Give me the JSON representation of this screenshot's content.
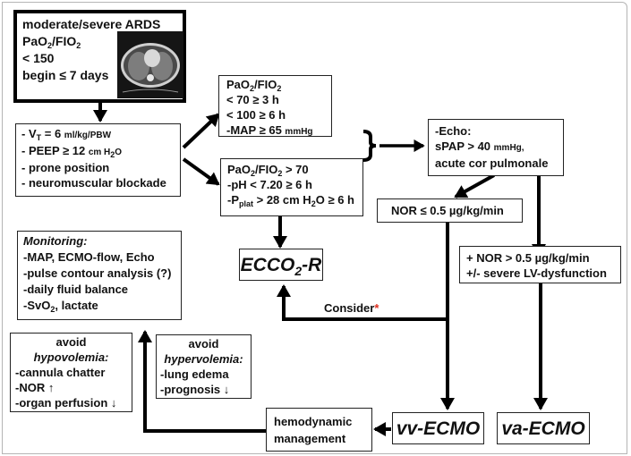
{
  "diagram": {
    "title": "ECMO decision flow in moderate/severe ARDS",
    "start_box": {
      "lines": [
        "moderate/severe ARDS",
        "PaO2/FIO2",
        "< 150",
        "begin ≤ 7 days"
      ],
      "image": "chest-ct-scan"
    },
    "lung_protective_box": {
      "vt_prefix": "- V",
      "vt_sub": "T",
      "vt_value": " = 6 ",
      "vt_unit": "ml/kg/PBW",
      "peep_prefix": "- PEEP ≥ 12 ",
      "peep_unit": "cm H",
      "peep_sub": "2",
      "peep_suffix": "O",
      "prone": "- prone position",
      "nmb": "- neuromuscular blockade"
    },
    "criteria_box_1": {
      "ratio": "PaO2/FIO2",
      "l1": "< 70 ≥ 3 h",
      "l2": "< 100 ≥ 6 h",
      "map_prefix": " -MAP ≥ 65 ",
      "map_unit": "mmHg"
    },
    "criteria_box_2": {
      "ratio": "PaO2/FIO2 > 70",
      "ph": "-pH < 7.20 ≥ 6 h",
      "pplat_prefix": "-P",
      "pplat_sub": "plat",
      "pplat_suffix": " > 28 cm H",
      "pplat_sub2": "2",
      "pplat_end": "O ≥ 6 h"
    },
    "echo_box": {
      "l1": "-Echo:",
      "spap": "sPAP > 40 ",
      "spap_unit": "mmHg,",
      "l3": "acute cor pulmonale"
    },
    "nor_low_box": {
      "label": "NOR ≤ 0.5 µg/kg/min"
    },
    "nor_high_box": {
      "l1": "+ NOR > 0.5 µg/kg/min",
      "l2": " +/- severe LV-dysfunction"
    },
    "ecco2r_box": {
      "label": "ECCO2-R"
    },
    "consider_label": {
      "text": "Consider",
      "asterisk": "*",
      "asterisk_color": "#e03020"
    },
    "monitoring_box": {
      "title": "Monitoring:",
      "items": [
        "-MAP, ECMO-flow, Echo",
        "-pulse contour analysis (?)",
        "-daily fluid balance",
        "-SvO2, lactate"
      ]
    },
    "hypovolemia_box": {
      "avoid": "avoid",
      "title": "hypovolemia:",
      "items": [
        "-cannula chatter",
        "-NOR ↑",
        "-organ perfusion ↓"
      ]
    },
    "hypervolemia_box": {
      "avoid": "avoid",
      "title": "hypervolemia:",
      "items": [
        "-lung edema",
        "-prognosis ↓"
      ]
    },
    "hemodynamic_box": {
      "l1": "hemodynamic",
      "l2": "management"
    },
    "vv_ecmo_box": {
      "label": "vv-ECMO"
    },
    "va_ecmo_box": {
      "label": "va-ECMO"
    }
  }
}
